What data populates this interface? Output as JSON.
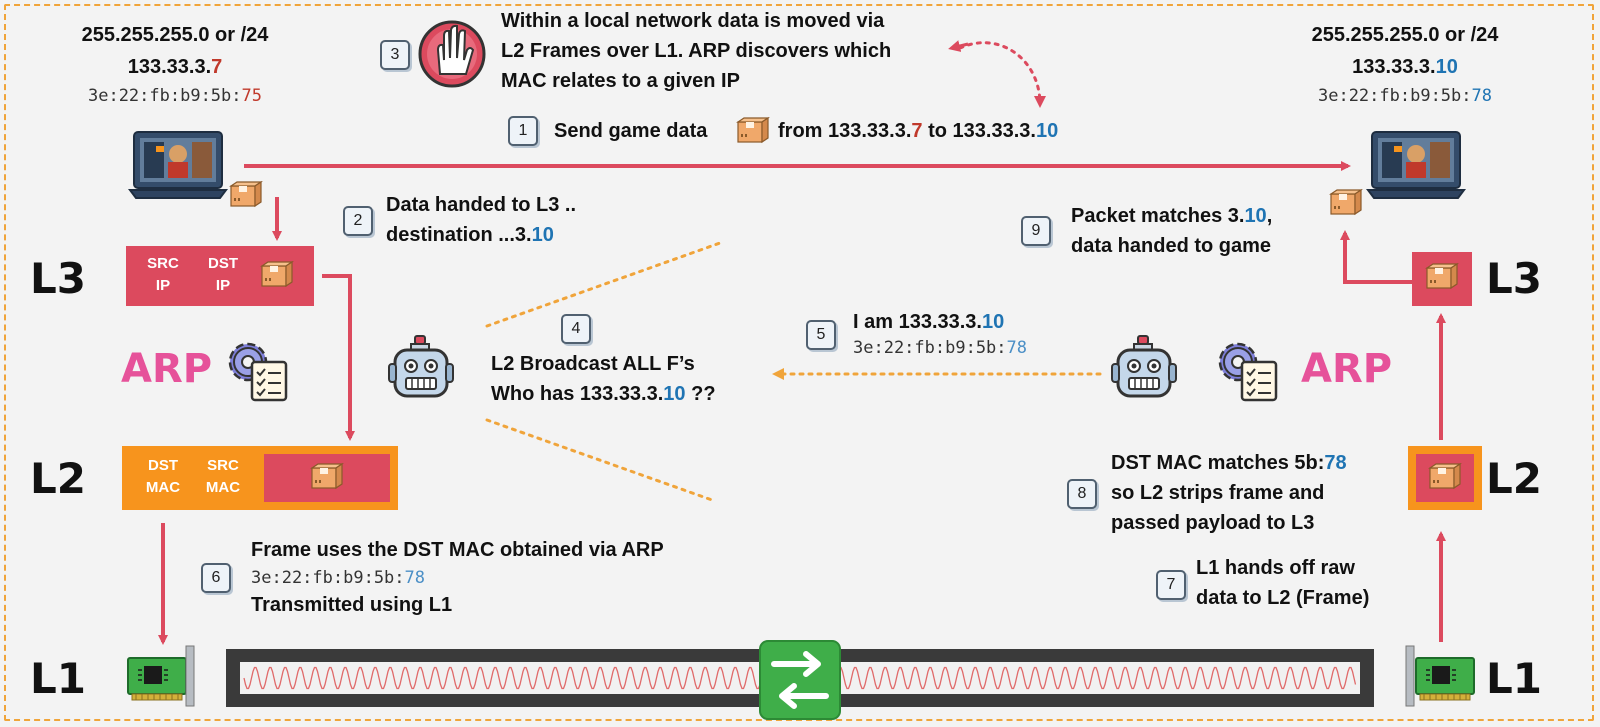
{
  "left_host": {
    "subnet": "255.255.255.0 or /24",
    "ip_prefix": "133.33.3.",
    "ip_suffix": "7",
    "mac_prefix": "3e:22:fb:b9:5b:",
    "mac_suffix": "75"
  },
  "right_host": {
    "subnet": "255.255.255.0 or /24",
    "ip_prefix": "133.33.3.",
    "ip_suffix": "10",
    "mac_prefix": "3e:22:fb:b9:5b:",
    "mac_suffix": "78"
  },
  "layers": {
    "l3": "L3",
    "l2": "L2",
    "l1": "L1",
    "arp": "ARP"
  },
  "headers": {
    "src_ip": [
      "SRC",
      "IP"
    ],
    "dst_ip": [
      "DST",
      "IP"
    ],
    "dst_mac": [
      "DST",
      "MAC"
    ],
    "src_mac": [
      "SRC",
      "MAC"
    ]
  },
  "steps": {
    "s1": {
      "num": "1",
      "part1": "Send game data",
      "part2": "from 133.33.3.",
      "ip1_suffix": "7",
      "part3": " to 133.33.3.",
      "ip2_suffix": "10"
    },
    "s2": {
      "num": "2",
      "line1": "Data handed to L3 ..",
      "line2_prefix": "destination ...3.",
      "line2_suffix": "10"
    },
    "s3": {
      "num": "3",
      "line1": "Within a local network data is moved via",
      "line2": "L2 Frames over L1. ARP discovers which",
      "line3": "MAC relates to a given IP"
    },
    "s4": {
      "num": "4",
      "line1": "L2 Broadcast ALL F’s",
      "line2_prefix": "Who has 133.33.3.",
      "line2_suffix": "10",
      "line2_end": " ??"
    },
    "s5": {
      "num": "5",
      "line1_prefix": "I am 133.33.3.",
      "line1_suffix": "10",
      "mac_prefix": "3e:22:fb:b9:5b:",
      "mac_suffix": "78"
    },
    "s6": {
      "num": "6",
      "line1": "Frame uses the DST MAC obtained via ARP",
      "mac_prefix": "3e:22:fb:b9:5b:",
      "mac_suffix": "78",
      "line3": "Transmitted using L1"
    },
    "s7": {
      "num": "7",
      "line1": "L1 hands off raw",
      "line2": "data to L2 (Frame)"
    },
    "s8": {
      "num": "8",
      "line1_prefix": "DST MAC matches 5b:",
      "line1_suffix": "78",
      "line2": "so L2 strips frame and",
      "line3": "passed payload to L3"
    },
    "s9": {
      "num": "9",
      "line1_prefix": "Packet matches 3.",
      "line1_suffix": "10",
      "line1_end": ",",
      "line2": "data handed to game"
    }
  },
  "colors": {
    "red_accent": "#c0392b",
    "blue_accent": "#1f74b3",
    "l3_box": "#dc4a5e",
    "l2_frame": "#f7941d",
    "arp_pink": "#e6529a",
    "broadcast_orange": "#f0a43a",
    "switch_green": "#3fae49"
  },
  "icons": [
    "laptop-icon",
    "packet-box-icon",
    "stop-hand-icon",
    "robot-icon",
    "gear-document-icon",
    "network-card-icon",
    "switch-icon"
  ]
}
